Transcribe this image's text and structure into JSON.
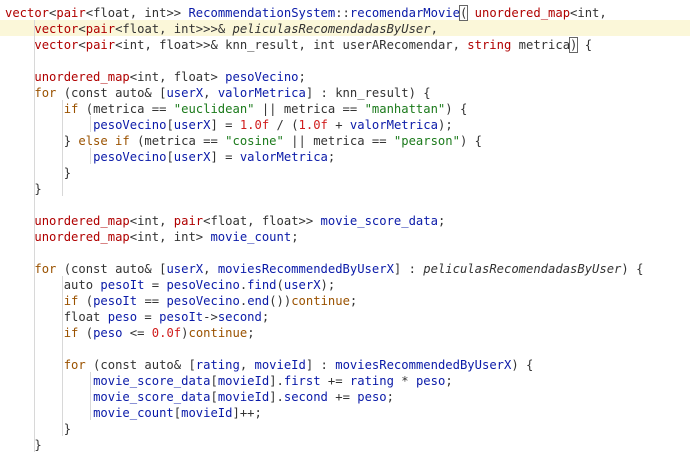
{
  "editor": {
    "language": "cpp",
    "current_line": 2,
    "colors": {
      "type": "#b00000",
      "keyword": "#9a5200",
      "identifier": "#0a1aa8",
      "string": "#1b7a1b",
      "number": "#d01c1c",
      "text": "#333333",
      "current_line_bg": "#fbf7d9"
    },
    "lines": [
      [
        [
          "type",
          "vector"
        ],
        [
          "op",
          "<"
        ],
        [
          "type",
          "pair"
        ],
        [
          "op",
          "<float, int>> "
        ],
        [
          "id",
          "RecommendationSystem"
        ],
        [
          "op",
          "::"
        ],
        [
          "id",
          "recomendarMovie"
        ],
        [
          "br",
          "("
        ],
        [
          "op",
          " "
        ],
        [
          "type",
          "unordered_map"
        ],
        [
          "op",
          "<int,"
        ]
      ],
      [
        [
          "op",
          "    "
        ],
        [
          "type",
          "vector"
        ],
        [
          "op",
          "<"
        ],
        [
          "type",
          "pair"
        ],
        [
          "op",
          "<float, int>>>& "
        ],
        [
          "it",
          "peliculasRecomendadasByUser"
        ],
        [
          "op",
          ","
        ]
      ],
      [
        [
          "op",
          "    "
        ],
        [
          "type",
          "vector"
        ],
        [
          "op",
          "<"
        ],
        [
          "type",
          "pair"
        ],
        [
          "op",
          "<int, float>>& knn_result, int userARecomendar, "
        ],
        [
          "type",
          "string"
        ],
        [
          "op",
          " metrica"
        ],
        [
          "br",
          ")"
        ],
        [
          "op",
          " {"
        ]
      ],
      [],
      [
        [
          "op",
          "    "
        ],
        [
          "type",
          "unordered_map"
        ],
        [
          "op",
          "<int, float> "
        ],
        [
          "id",
          "pesoVecino"
        ],
        [
          "op",
          ";"
        ]
      ],
      [
        [
          "op",
          "    "
        ],
        [
          "kw",
          "for"
        ],
        [
          "op",
          " (const auto& ["
        ],
        [
          "id",
          "userX"
        ],
        [
          "op",
          ", "
        ],
        [
          "id",
          "valorMetrica"
        ],
        [
          "op",
          "] : knn_result) {"
        ]
      ],
      [
        [
          "op",
          "        "
        ],
        [
          "kw",
          "if"
        ],
        [
          "op",
          " (metrica == "
        ],
        [
          "str",
          "\"euclidean\""
        ],
        [
          "op",
          " || metrica == "
        ],
        [
          "str",
          "\"manhattan\""
        ],
        [
          "op",
          ") {"
        ]
      ],
      [
        [
          "op",
          "            "
        ],
        [
          "id",
          "pesoVecino"
        ],
        [
          "op",
          "["
        ],
        [
          "id",
          "userX"
        ],
        [
          "op",
          "] = "
        ],
        [
          "num",
          "1.0f"
        ],
        [
          "op",
          " / ("
        ],
        [
          "num",
          "1.0f"
        ],
        [
          "op",
          " + "
        ],
        [
          "id",
          "valorMetrica"
        ],
        [
          "op",
          ");"
        ]
      ],
      [
        [
          "op",
          "        } "
        ],
        [
          "kw",
          "else if"
        ],
        [
          "op",
          " (metrica == "
        ],
        [
          "str",
          "\"cosine\""
        ],
        [
          "op",
          " || metrica == "
        ],
        [
          "str",
          "\"pearson\""
        ],
        [
          "op",
          ") {"
        ]
      ],
      [
        [
          "op",
          "            "
        ],
        [
          "id",
          "pesoVecino"
        ],
        [
          "op",
          "["
        ],
        [
          "id",
          "userX"
        ],
        [
          "op",
          "] = "
        ],
        [
          "id",
          "valorMetrica"
        ],
        [
          "op",
          ";"
        ]
      ],
      [
        [
          "op",
          "        }"
        ]
      ],
      [
        [
          "op",
          "    }"
        ]
      ],
      [],
      [
        [
          "op",
          "    "
        ],
        [
          "type",
          "unordered_map"
        ],
        [
          "op",
          "<int, "
        ],
        [
          "type",
          "pair"
        ],
        [
          "op",
          "<float, float>> "
        ],
        [
          "id",
          "movie_score_data"
        ],
        [
          "op",
          ";"
        ]
      ],
      [
        [
          "op",
          "    "
        ],
        [
          "type",
          "unordered_map"
        ],
        [
          "op",
          "<int, int> "
        ],
        [
          "id",
          "movie_count"
        ],
        [
          "op",
          ";"
        ]
      ],
      [],
      [
        [
          "op",
          "    "
        ],
        [
          "kw",
          "for"
        ],
        [
          "op",
          " (const auto& ["
        ],
        [
          "id",
          "userX"
        ],
        [
          "op",
          ", "
        ],
        [
          "id",
          "moviesRecommendedByUserX"
        ],
        [
          "op",
          "] : "
        ],
        [
          "it",
          "peliculasRecomendadasByUser"
        ],
        [
          "op",
          ") {"
        ]
      ],
      [
        [
          "op",
          "        auto "
        ],
        [
          "id",
          "pesoIt"
        ],
        [
          "op",
          " = "
        ],
        [
          "id",
          "pesoVecino"
        ],
        [
          "op",
          "."
        ],
        [
          "id",
          "find"
        ],
        [
          "op",
          "("
        ],
        [
          "id",
          "userX"
        ],
        [
          "op",
          ");"
        ]
      ],
      [
        [
          "op",
          "        "
        ],
        [
          "kw",
          "if"
        ],
        [
          "op",
          " ("
        ],
        [
          "id",
          "pesoIt"
        ],
        [
          "op",
          " == "
        ],
        [
          "id",
          "pesoVecino"
        ],
        [
          "op",
          "."
        ],
        [
          "id",
          "end"
        ],
        [
          "op",
          "())"
        ],
        [
          "kw",
          "continue"
        ],
        [
          "op",
          ";"
        ]
      ],
      [
        [
          "op",
          "        float "
        ],
        [
          "id",
          "peso"
        ],
        [
          "op",
          " = "
        ],
        [
          "id",
          "pesoIt"
        ],
        [
          "op",
          "->"
        ],
        [
          "id",
          "second"
        ],
        [
          "op",
          ";"
        ]
      ],
      [
        [
          "op",
          "        "
        ],
        [
          "kw",
          "if"
        ],
        [
          "op",
          " ("
        ],
        [
          "id",
          "peso"
        ],
        [
          "op",
          " <= "
        ],
        [
          "num",
          "0.0f"
        ],
        [
          "op",
          ")"
        ],
        [
          "kw",
          "continue"
        ],
        [
          "op",
          ";"
        ]
      ],
      [],
      [
        [
          "op",
          "        "
        ],
        [
          "kw",
          "for"
        ],
        [
          "op",
          " (const auto& ["
        ],
        [
          "id",
          "rating"
        ],
        [
          "op",
          ", "
        ],
        [
          "id",
          "movieId"
        ],
        [
          "op",
          "] : "
        ],
        [
          "id",
          "moviesRecommendedByUserX"
        ],
        [
          "op",
          ") {"
        ]
      ],
      [
        [
          "op",
          "            "
        ],
        [
          "id",
          "movie_score_data"
        ],
        [
          "op",
          "["
        ],
        [
          "id",
          "movieId"
        ],
        [
          "op",
          "]."
        ],
        [
          "id",
          "first"
        ],
        [
          "op",
          " += "
        ],
        [
          "id",
          "rating"
        ],
        [
          "op",
          " * "
        ],
        [
          "id",
          "peso"
        ],
        [
          "op",
          ";"
        ]
      ],
      [
        [
          "op",
          "            "
        ],
        [
          "id",
          "movie_score_data"
        ],
        [
          "op",
          "["
        ],
        [
          "id",
          "movieId"
        ],
        [
          "op",
          "]."
        ],
        [
          "id",
          "second"
        ],
        [
          "op",
          " += "
        ],
        [
          "id",
          "peso"
        ],
        [
          "op",
          ";"
        ]
      ],
      [
        [
          "op",
          "            "
        ],
        [
          "id",
          "movie_count"
        ],
        [
          "op",
          "["
        ],
        [
          "id",
          "movieId"
        ],
        [
          "op",
          "]++;"
        ]
      ],
      [
        [
          "op",
          "        }"
        ]
      ],
      [
        [
          "op",
          "    }"
        ]
      ],
      [
        [
          "op",
          " "
        ]
      ]
    ]
  }
}
